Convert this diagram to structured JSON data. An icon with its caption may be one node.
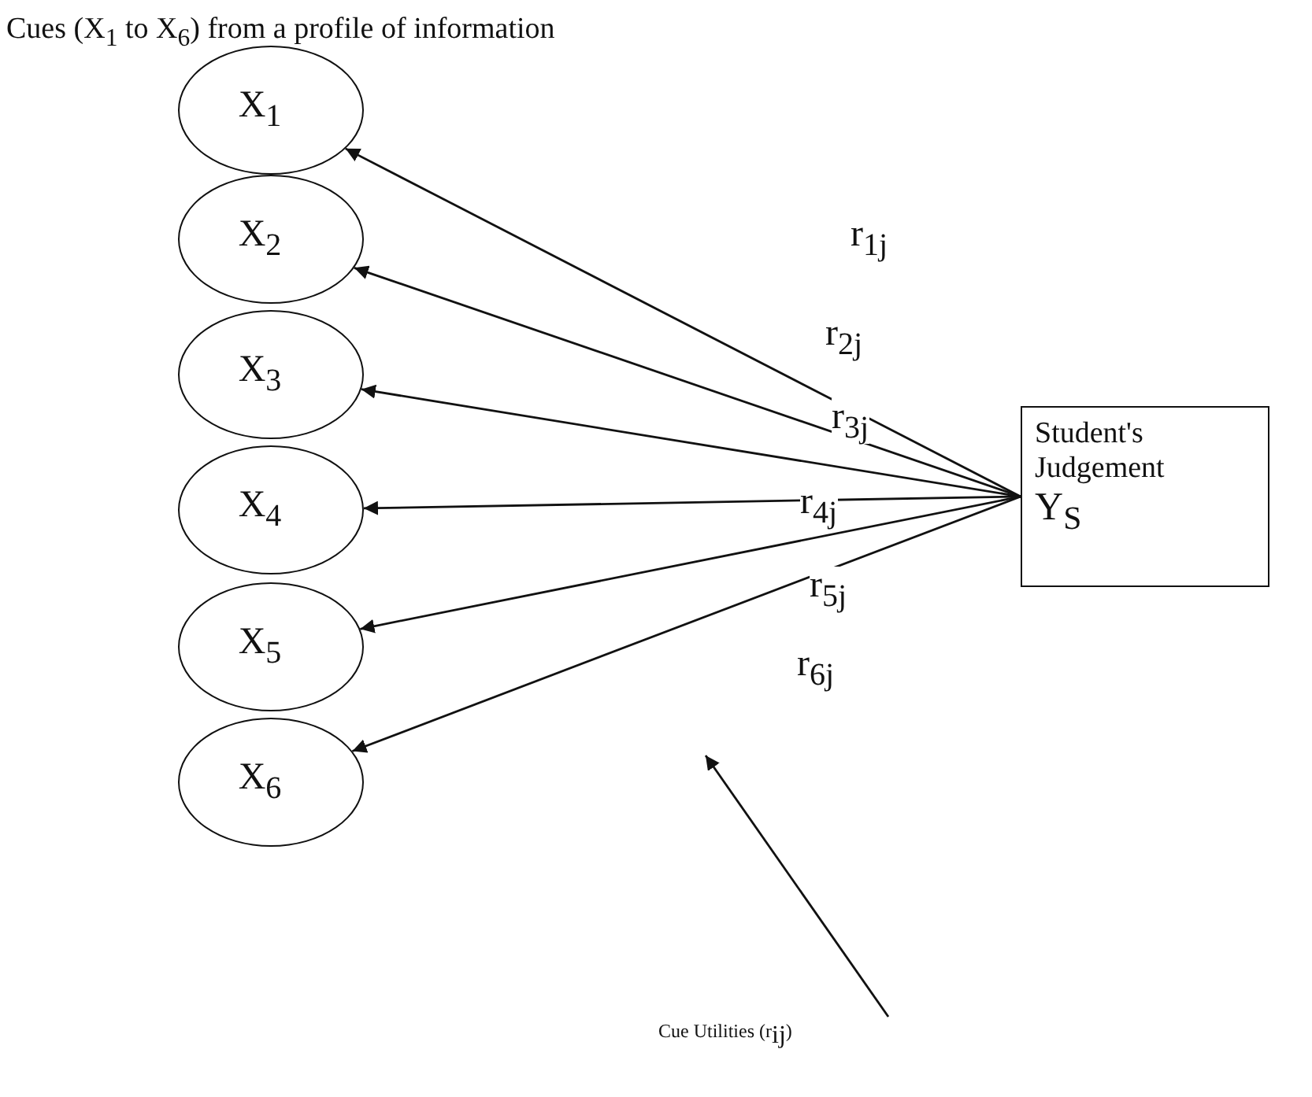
{
  "diagram": {
    "title": "Cues (X$_{1}$ to X$_{6}$) from a profile of information",
    "nodes": [
      {
        "text": [
          "X$_{1}$"
        ]
      },
      {
        "text": [
          "X$_{2}$"
        ]
      },
      {
        "text": [
          "X$_{3}$"
        ]
      },
      {
        "text": [
          "X$_{4}$"
        ]
      },
      {
        "text": [
          "X$_{5}$"
        ]
      },
      {
        "text": [
          "X$_{6}$"
        ]
      },
      {
        "text": [
          "Student's Judgement",
          "Y$_{S}$"
        ]
      },
      {
        "text": [
          "Cue Utilities (r$_{ij}$)"
        ]
      }
    ],
    "edges": [
      {
        "from": 6,
        "to": 0,
        "arrow": "to",
        "label": "r$_{1j}$"
      },
      {
        "from": 6,
        "to": 1,
        "arrow": "to",
        "label": "r$_{2j}$"
      },
      {
        "from": 6,
        "to": 2,
        "arrow": "to",
        "label": "r$_{3j}$"
      },
      {
        "from": 6,
        "to": 3,
        "arrow": "to",
        "label": "r$_{4j}$"
      },
      {
        "from": 6,
        "to": 4,
        "arrow": "to",
        "label": "r$_{5j}$"
      },
      {
        "from": 6,
        "to": 5,
        "arrow": "to",
        "label": "r$_{6j}$"
      },
      {
        "from": 7,
        "to": null,
        "arrow": "to"
      }
    ]
  }
}
